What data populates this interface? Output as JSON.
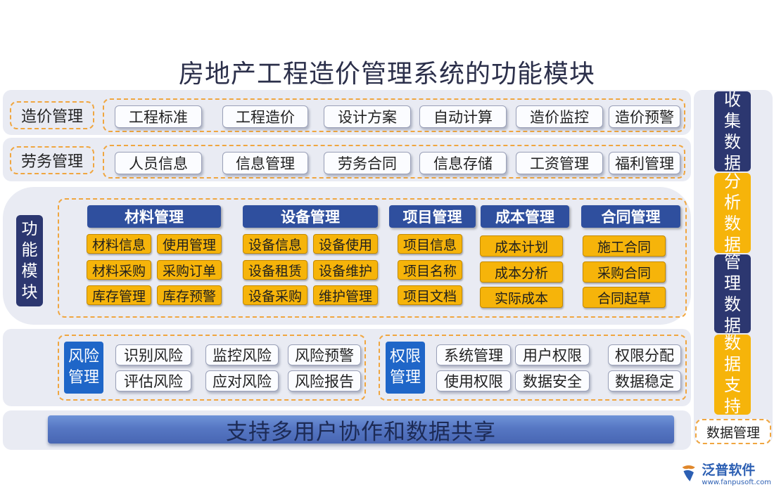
{
  "title": "房地产工程造价管理系统的功能模块",
  "cost_row": {
    "label": "造价管理",
    "items": [
      "工程标准",
      "工程造价",
      "设计方案",
      "自动计算",
      "造价监控",
      "造价预警"
    ]
  },
  "labor_row": {
    "label": "劳务管理",
    "items": [
      "人员信息",
      "信息管理",
      "劳务合同",
      "信息存储",
      "工资管理",
      "福利管理"
    ]
  },
  "function_block": {
    "label_chars": [
      "功",
      "能",
      "模",
      "块"
    ],
    "materials": {
      "title": "材料管理",
      "items": [
        "材料信息",
        "使用管理",
        "材料采购",
        "采购订单",
        "库存管理",
        "库存预警"
      ]
    },
    "equipment": {
      "title": "设备管理",
      "items": [
        "设备信息",
        "设备使用",
        "设备租赁",
        "设备维护",
        "设备采购",
        "维护管理"
      ]
    },
    "project": {
      "title": "项目管理",
      "items": [
        "项目信息",
        "项目名称",
        "项目文档"
      ]
    },
    "cost": {
      "title": "成本管理",
      "items": [
        "成本计划",
        "成本分析",
        "实际成本"
      ]
    },
    "contract": {
      "title": "合同管理",
      "items": [
        "施工合同",
        "采购合同",
        "合同起草"
      ]
    }
  },
  "risk": {
    "label_lines": [
      "风险",
      "管理"
    ],
    "items": [
      "识别风险",
      "监控风险",
      "风险预警",
      "评估风险",
      "应对风险",
      "风险报告"
    ]
  },
  "permission": {
    "label_lines": [
      "权限",
      "管理"
    ],
    "items": [
      "系统管理",
      "用户权限",
      "权限分配",
      "使用权限",
      "数据安全",
      "数据稳定"
    ]
  },
  "banner": "支持多用户协作和数据共享",
  "side_buttons": [
    {
      "chars": [
        "收",
        "集",
        "数",
        "据"
      ],
      "color": "navy"
    },
    {
      "chars": [
        "分",
        "析",
        "数",
        "据"
      ],
      "color": "gold"
    },
    {
      "chars": [
        "管",
        "理",
        "数",
        "据"
      ],
      "color": "navy"
    },
    {
      "chars": [
        "数",
        "据",
        "支",
        "持"
      ],
      "color": "gold"
    }
  ],
  "side_footer": "数据管理",
  "logo": {
    "name": "泛普软件",
    "url": "www.fanpusoft.com"
  },
  "colors": {
    "navy": "#2c3770",
    "gold": "#f6b40a",
    "accent_orange": "#f0a640",
    "blue_tag": "#1f66c8"
  }
}
